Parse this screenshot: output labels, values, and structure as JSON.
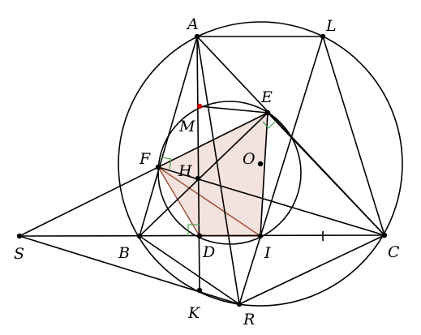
{
  "points": [
    {
      "id": "A",
      "label": "A"
    },
    {
      "id": "L",
      "label": "L"
    },
    {
      "id": "E",
      "label": "E"
    },
    {
      "id": "M",
      "label": "M"
    },
    {
      "id": "O",
      "label": "O"
    },
    {
      "id": "F",
      "label": "F"
    },
    {
      "id": "H",
      "label": "H"
    },
    {
      "id": "S",
      "label": "S"
    },
    {
      "id": "B",
      "label": "B"
    },
    {
      "id": "D",
      "label": "D"
    },
    {
      "id": "I",
      "label": "I"
    },
    {
      "id": "C",
      "label": "C"
    },
    {
      "id": "K",
      "label": "K"
    },
    {
      "id": "R",
      "label": "R"
    }
  ],
  "colors": {
    "shaded_triangle_fill": "#f3e3de",
    "shaded_triangle_edge": "#9a4028",
    "right_angle_marks": "#3a9a3a",
    "point_M": "#d00000"
  }
}
